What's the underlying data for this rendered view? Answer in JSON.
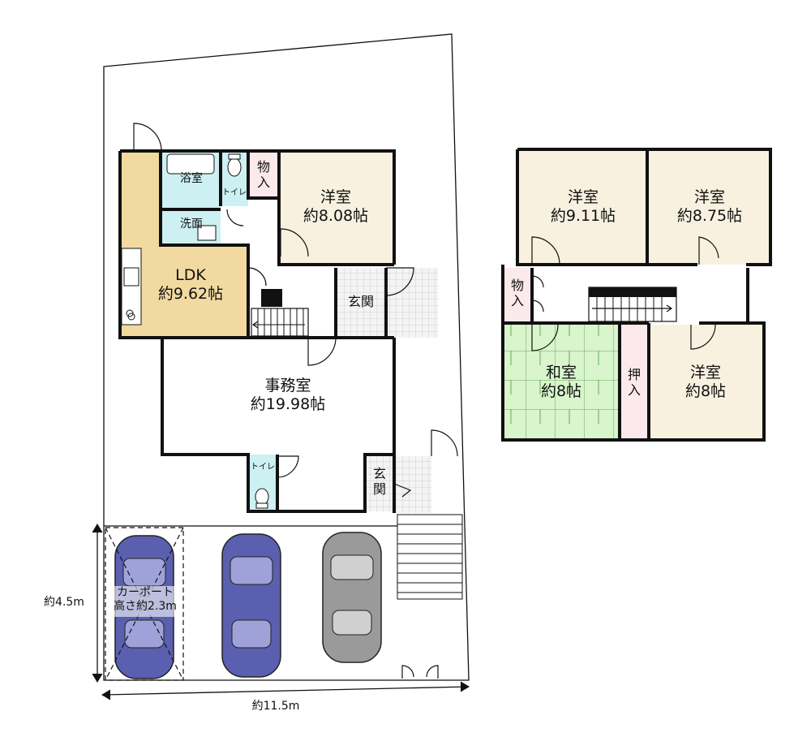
{
  "floor1": {
    "ldk": {
      "name": "LDK",
      "area": "約9.62帖"
    },
    "bath": "浴室",
    "toilet_top": "トイレ",
    "washroom": "洗面",
    "closet": [
      "物",
      "入"
    ],
    "western_room": {
      "name": "洋室",
      "area": "約8.08帖"
    },
    "entrance_main": "玄関",
    "office": {
      "name": "事務室",
      "area": "約19.98帖"
    },
    "toilet_bottom": "トイレ",
    "entrance_office": [
      "玄",
      "関"
    ]
  },
  "floor2": {
    "western_room_a": {
      "name": "洋室",
      "area": "約9.11帖"
    },
    "western_room_b": {
      "name": "洋室",
      "area": "約8.75帖"
    },
    "closet": [
      "物",
      "入"
    ],
    "japanese_room": {
      "name": "和室",
      "area": "約8帖"
    },
    "oshiire": [
      "押",
      "入"
    ],
    "western_room_c": {
      "name": "洋室",
      "area": "約8帖"
    }
  },
  "carport": {
    "line1": "カーポート",
    "line2": "高さ約2.3m"
  },
  "dimensions": {
    "depth": "約4.5m",
    "width": "約11.5m"
  },
  "colors": {
    "ldk": "#f2d9a0",
    "wet": "#cdf0f2",
    "western": "#f8f1e0",
    "japanese": "#d8f5cc",
    "closet": "#fbe9ec",
    "car_blue": "#5a5fb0",
    "car_gray": "#9a9a9a"
  }
}
